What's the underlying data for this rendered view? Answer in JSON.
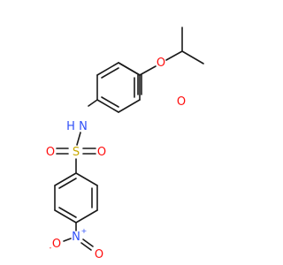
{
  "colors": {
    "bond": "#1a1a1a",
    "O": "#ff0d0d",
    "N": "#3050f8",
    "S": "#c8a800"
  },
  "atoms": {
    "ester_O": "O",
    "carbonyl_O": "O",
    "NH": "N",
    "H_of_NH": "H",
    "S": "S",
    "SO_left": "O",
    "SO_right": "O",
    "N_nitro": "N",
    "nitro_plus": "+",
    "O_nitro_left": "O",
    "O_nitro_minus": "-",
    "O_nitro_bottom": "O"
  }
}
